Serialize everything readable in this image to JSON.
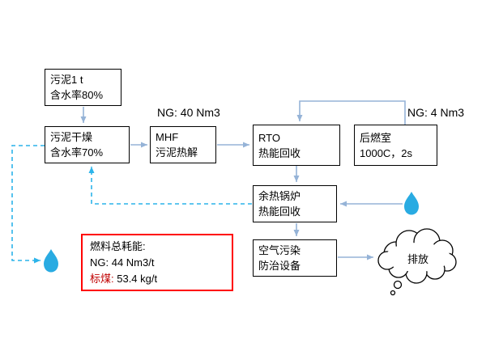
{
  "colors": {
    "connector_solid": "#95b3d7",
    "connector_dashed": "#2cb4ea",
    "water_drop": "#29abe2",
    "summary_border": "#ff0000",
    "summary_accent_text": "#c00000",
    "box_border": "#000000",
    "background": "#ffffff"
  },
  "nodes": {
    "sludge_input": {
      "line1": "污泥1 t",
      "line2": "含水率80%"
    },
    "dryer": {
      "line1": "污泥干燥",
      "line2": "含水率70%"
    },
    "mhf": {
      "line1": "MHF",
      "line2": "污泥热解"
    },
    "rto": {
      "line1": "RTO",
      "line2": "热能回收"
    },
    "afterburner": {
      "line1": "后燃室",
      "line2": "1000C，2s"
    },
    "boiler": {
      "line1": "余热锅炉",
      "line2": "热能回收"
    },
    "apc": {
      "line1": "空气污染",
      "line2": "防治设备"
    }
  },
  "labels": {
    "ng_mhf": "NG: 40 Nm3",
    "ng_afterburner": "NG: 4 Nm3"
  },
  "fuel_summary": {
    "line1": "燃料总耗能:",
    "line2": "NG: 44 Nm3/t",
    "line3_label": "标煤:",
    "line3_value": " 53.4 kg/t"
  },
  "emission": {
    "label": "排放"
  }
}
